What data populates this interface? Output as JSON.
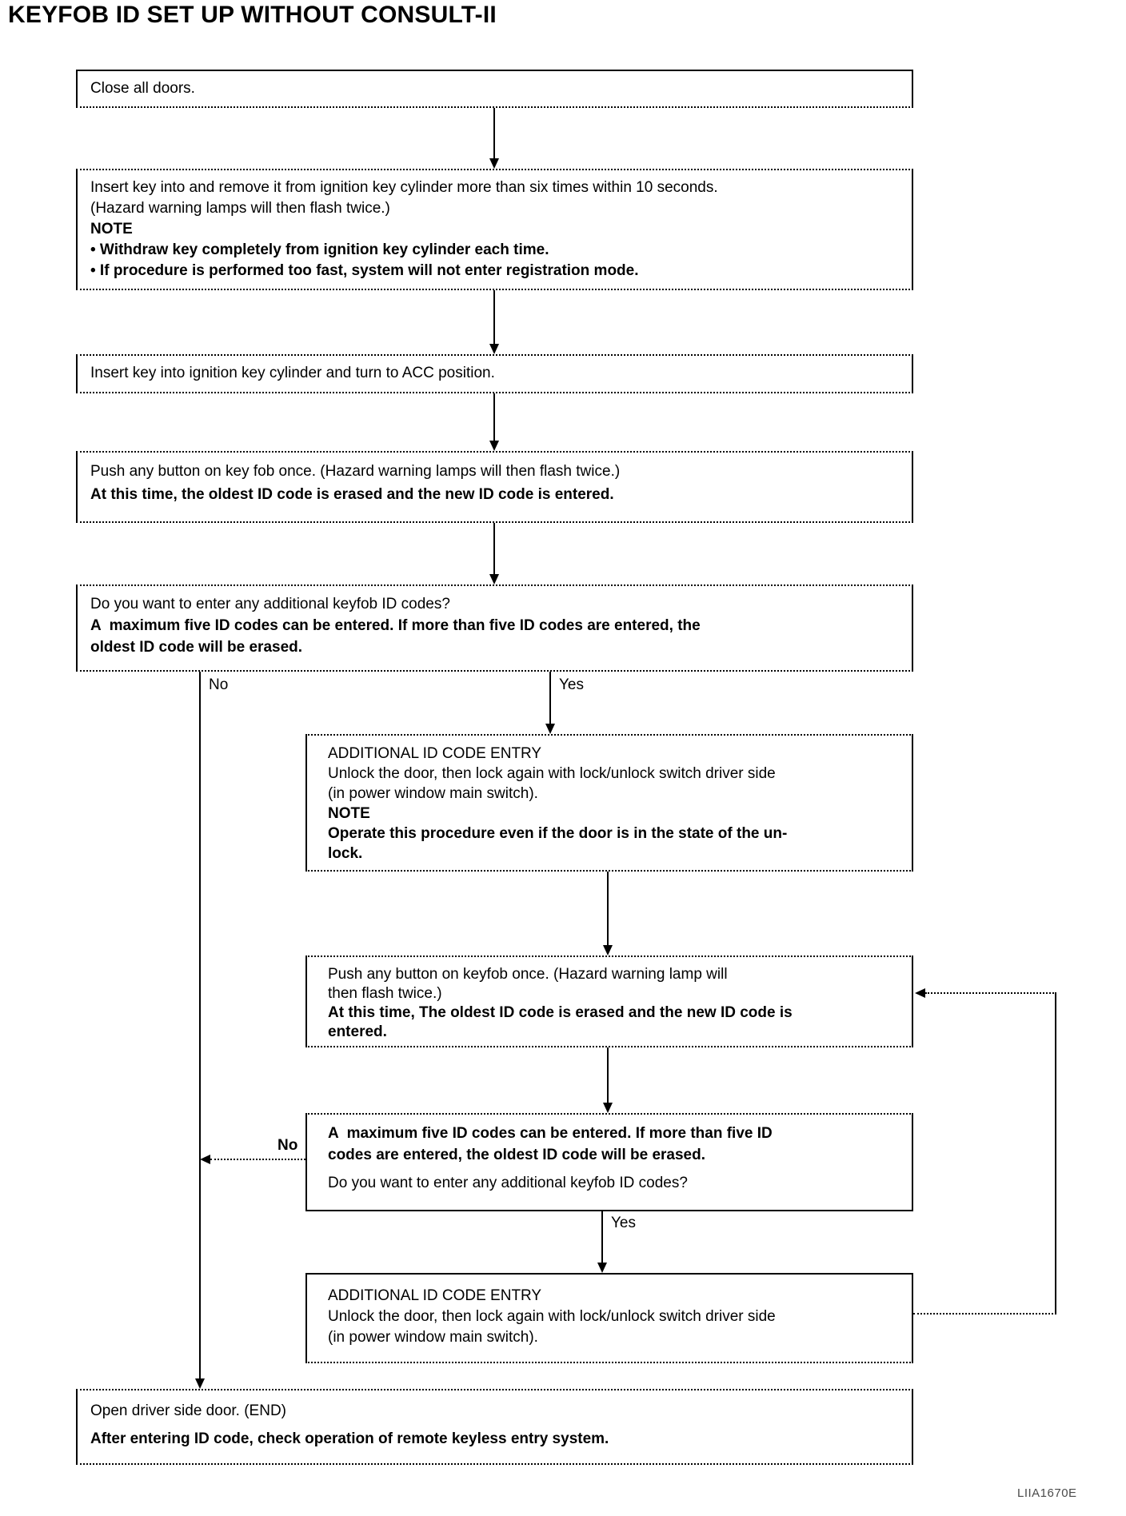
{
  "page": {
    "title": "KEYFOB ID SET UP WITHOUT CONSULT-II",
    "figure_code": "LIIA1670E"
  },
  "labels": {
    "no1": "No",
    "yes1": "Yes",
    "no2": "No",
    "yes2": "Yes"
  },
  "boxes": {
    "close_doors": {
      "lines": [
        {
          "text": "Close all doors.",
          "bold": false
        }
      ]
    },
    "insert_remove_key": {
      "lines": [
        {
          "text": "Insert key into and remove it from ignition key cylinder more than six times within 10 seconds.",
          "bold": false
        },
        {
          "text": "(Hazard warning lamps will then flash twice.)",
          "bold": false
        },
        {
          "text": "NOTE",
          "bold": true
        },
        {
          "text": "• Withdraw key completely from ignition key cylinder each time.",
          "bold": true
        },
        {
          "text": "• If procedure is performed too fast, system will not enter registration mode.",
          "bold": true
        }
      ]
    },
    "acc_position": {
      "lines": [
        {
          "text": "Insert key into ignition key cylinder and turn to ACC position.",
          "bold": false
        }
      ]
    },
    "push_key_fob": {
      "lines": [
        {
          "text": "Push any button on key fob once. (Hazard warning lamps will then flash twice.)",
          "bold": false
        },
        {
          "text": "At this time, the oldest ID code is erased and the new ID code is entered.",
          "bold": true
        }
      ]
    },
    "decision_additional_1": {
      "lines": [
        {
          "text": "Do you want to enter any additional keyfob ID codes?",
          "bold": false
        },
        {
          "text": "A  maximum five ID codes can be entered. If more than five ID codes are entered, the",
          "bold": true
        },
        {
          "text": "oldest ID code will be erased.",
          "bold": true
        }
      ]
    },
    "additional_entry_1": {
      "lines": [
        {
          "text": "ADDITIONAL ID CODE ENTRY",
          "bold": false
        },
        {
          "text": "Unlock the door, then lock again with lock/unlock switch driver side",
          "bold": false
        },
        {
          "text": "(in power window main switch).",
          "bold": false
        },
        {
          "text": "NOTE",
          "bold": true
        },
        {
          "text": "Operate this procedure even if the door is in the state of the un-",
          "bold": true
        },
        {
          "text": "lock.",
          "bold": true
        }
      ]
    },
    "push_keyfob_2": {
      "lines": [
        {
          "text": "Push any button on keyfob once. (Hazard warning lamp will",
          "bold": false
        },
        {
          "text": "then flash twice.)",
          "bold": false
        },
        {
          "text": "At this time, The oldest ID code is erased and the new ID code is",
          "bold": true
        },
        {
          "text": "entered.",
          "bold": true
        }
      ]
    },
    "decision_additional_2": {
      "lines": [
        {
          "text": "A  maximum five ID codes can be entered. If more than five ID",
          "bold": true
        },
        {
          "text": "codes are entered, the oldest ID code will be erased.",
          "bold": true
        },
        {
          "text": "Do you want to enter any additional keyfob ID codes?",
          "bold": false
        }
      ]
    },
    "additional_entry_2": {
      "lines": [
        {
          "text": "ADDITIONAL ID CODE ENTRY",
          "bold": false
        },
        {
          "text": "Unlock the door, then lock again with lock/unlock switch driver side",
          "bold": false
        },
        {
          "text": "(in power window main switch).",
          "bold": false
        }
      ]
    },
    "end_box": {
      "lines": [
        {
          "text": "Open driver side door. (END)",
          "bold": false
        },
        {
          "text": "After entering ID code, check operation of remote keyless entry system.",
          "bold": true
        }
      ]
    }
  }
}
